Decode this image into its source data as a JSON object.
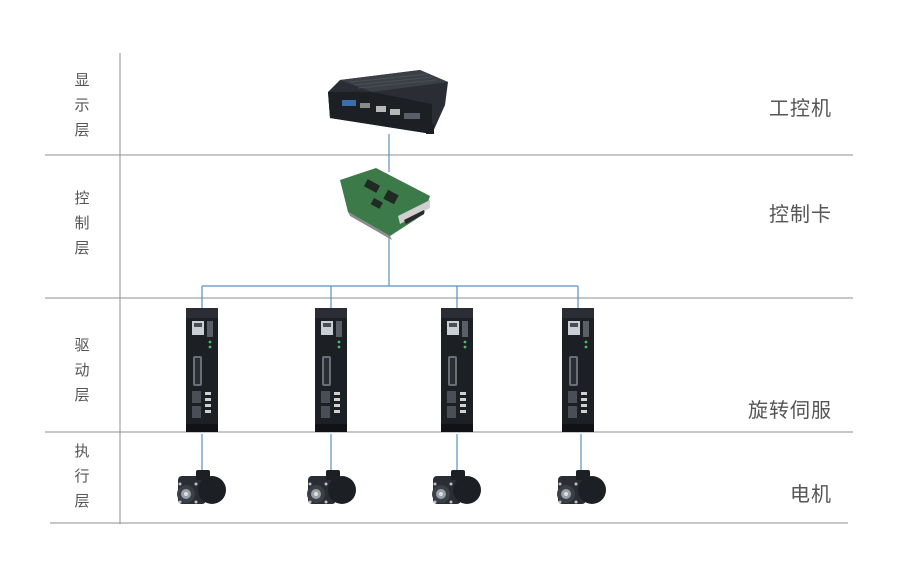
{
  "layers": [
    {
      "chars": [
        "显",
        "示",
        "层"
      ]
    },
    {
      "chars": [
        "控",
        "制",
        "层"
      ]
    },
    {
      "chars": [
        "驱",
        "动",
        "层"
      ]
    },
    {
      "chars": [
        "执",
        "行",
        "层"
      ]
    }
  ],
  "devices": {
    "ipc": "工控机",
    "card": "控制卡",
    "servo": "旋转伺服",
    "motor": "电机"
  },
  "colors": {
    "line": "#8f8f8f",
    "wire": "#5b8fc0",
    "device_dark": "#1c1f24",
    "pcb": "#3c7a4a"
  }
}
